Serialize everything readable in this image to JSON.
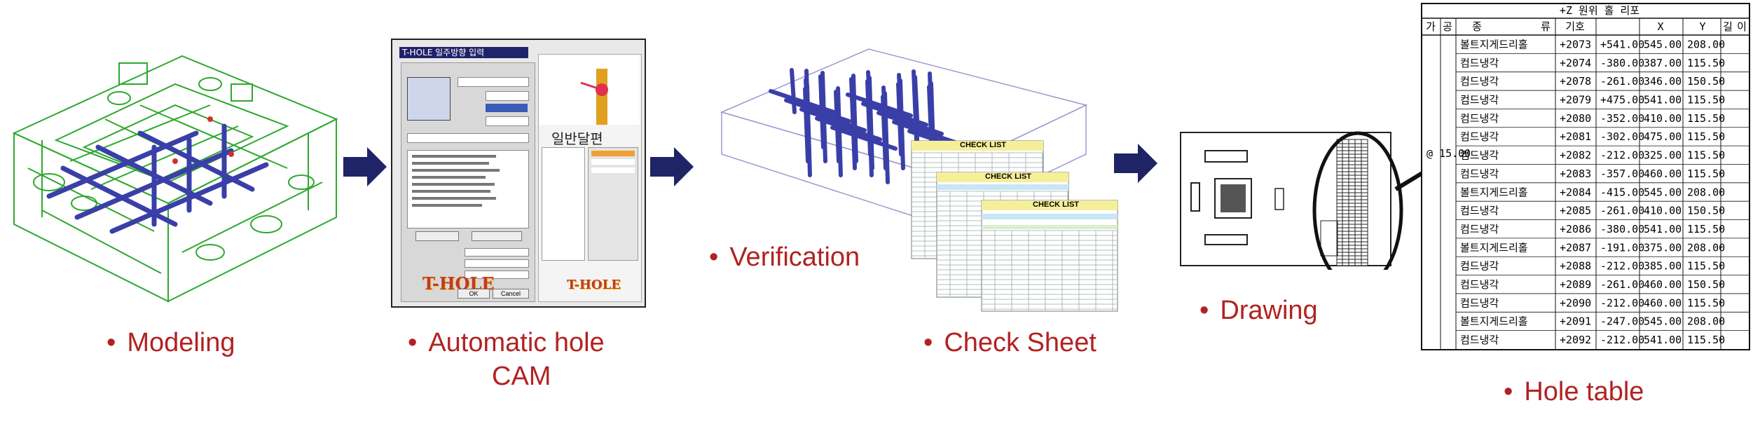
{
  "stages": [
    {
      "label": "Modeling"
    },
    {
      "label": "Automatic hole"
    },
    {
      "label": "CAM"
    },
    {
      "label": "Verification"
    },
    {
      "label": "Check Sheet"
    },
    {
      "label": "Drawing"
    },
    {
      "label": "Hole table"
    }
  ],
  "bullet": "•",
  "cam_dialog": {
    "window_title": "T-HOLE 일주방향 입력",
    "logo": "T-HOLE",
    "tool_title": "일반달편",
    "ok_label": "OK",
    "cancel_label": "Cancel"
  },
  "check_sheet": {
    "title": "CHECK LIST"
  },
  "hole_table": {
    "title": "+Z 원위 홀 리포",
    "headers": [
      "가",
      "공",
      "종",
      "류",
      "기호",
      "X",
      "Y",
      "길",
      "이"
    ],
    "group_label": "@ 15.00",
    "rows": [
      [
        "볼트지게드리홀",
        "+2073",
        "+541.00",
        "545.00",
        "208.00"
      ],
      [
        "컴드냉각",
        "+2074",
        "-380.00",
        "387.00",
        "115.50"
      ],
      [
        "컴드냉각",
        "+2078",
        "-261.00",
        "346.00",
        "150.50"
      ],
      [
        "컴드냉각",
        "+2079",
        "+475.00",
        "541.00",
        "115.50"
      ],
      [
        "컴드냉각",
        "+2080",
        "-352.00",
        "410.00",
        "115.50"
      ],
      [
        "컴드냉각",
        "+2081",
        "-302.00",
        "475.00",
        "115.50"
      ],
      [
        "컴드냉각",
        "+2082",
        "-212.00",
        "325.00",
        "115.50"
      ],
      [
        "컴드냉각",
        "+2083",
        "-357.00",
        "460.00",
        "115.50"
      ],
      [
        "볼트지게드리홀",
        "+2084",
        "-415.00",
        "545.00",
        "208.00"
      ],
      [
        "컴드냉각",
        "+2085",
        "-261.00",
        "410.00",
        "150.50"
      ],
      [
        "컴드냉각",
        "+2086",
        "-380.00",
        "541.00",
        "115.50"
      ],
      [
        "볼트지게드리홀",
        "+2087",
        "-191.00",
        "375.00",
        "208.00"
      ],
      [
        "컴드냉각",
        "+2088",
        "-212.00",
        "385.00",
        "115.50"
      ],
      [
        "컴드냉각",
        "+2089",
        "-261.00",
        "460.00",
        "150.50"
      ],
      [
        "컴드냉각",
        "+2090",
        "-212.00",
        "460.00",
        "115.50"
      ],
      [
        "볼트지게드리홀",
        "+2091",
        "-247.00",
        "545.00",
        "208.00"
      ],
      [
        "컴드냉각",
        "+2092",
        "-212.00",
        "541.00",
        "115.50"
      ]
    ]
  },
  "colors": {
    "caption": "#b22222",
    "arrow": "#1f2466",
    "wire": "#2ea82e",
    "pipe": "#3a3fa8"
  }
}
